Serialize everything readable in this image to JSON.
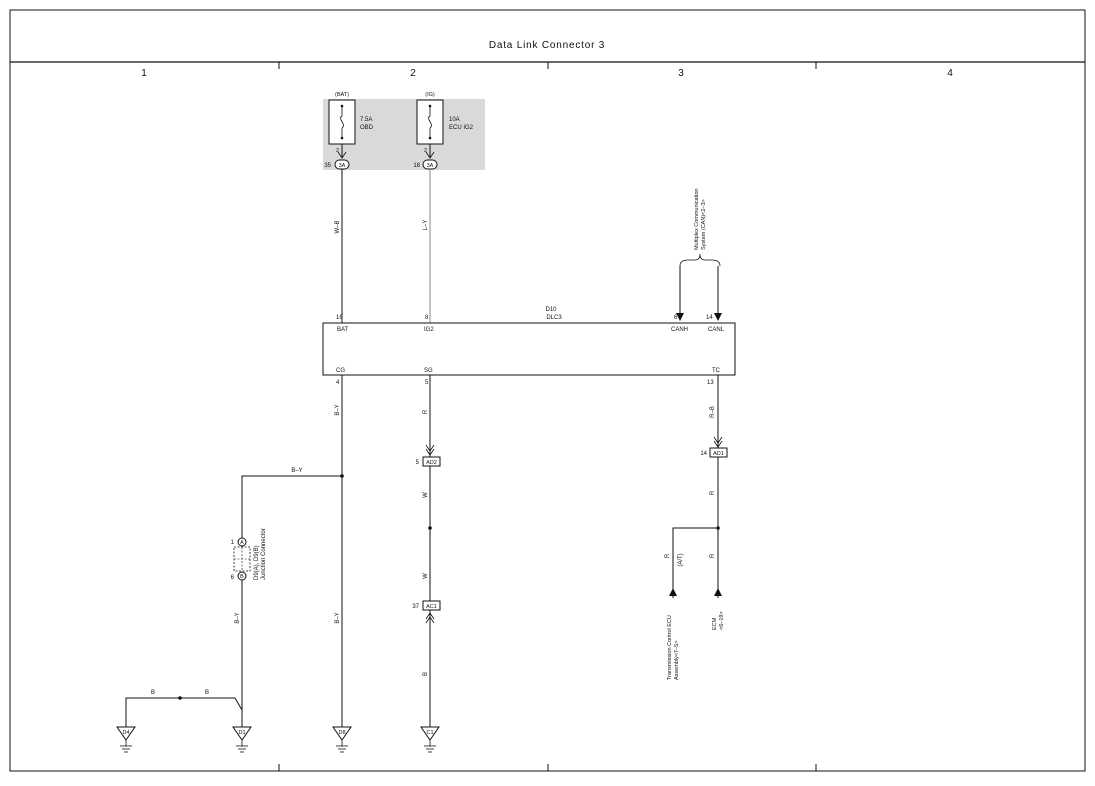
{
  "title": "Data Link Connector 3",
  "columns": [
    "1",
    "2",
    "3",
    "4"
  ],
  "fuses": [
    {
      "source": "(BAT)",
      "rating": "7.5A",
      "name": "OBD",
      "pin": "2",
      "junction_pin": "35",
      "junction": "3A"
    },
    {
      "source": "(IG)",
      "rating": "10A",
      "name": "ECU IG2",
      "pin": "2",
      "junction_pin": "18",
      "junction": "3A"
    }
  ],
  "wire_colors": {
    "bat": "W–B",
    "ig2": "L–Y",
    "cg_upper": "B–Y",
    "cg_branch": "B–Y",
    "jc_lower": "B–Y",
    "cg_lower": "B–Y",
    "sg_upper": "R",
    "sg_mid1": "W",
    "sg_mid2": "W",
    "sg_lower": "B",
    "tc_upper": "R–B",
    "tc_mid": "R",
    "at_branch": "R",
    "at_note": "(A/T)",
    "ecm_branch": "R",
    "ground_b1": "B",
    "ground_b2": "B"
  },
  "dlc": {
    "id": "D10",
    "name": "DLC3",
    "top_pins": [
      {
        "num": "16",
        "label": "BAT"
      },
      {
        "num": "8",
        "label": "IG2"
      },
      {
        "num": "6",
        "label": "CANH"
      },
      {
        "num": "14",
        "label": "CANL"
      }
    ],
    "bottom_pins": [
      {
        "num": "4",
        "label": "CG"
      },
      {
        "num": "5",
        "label": "SG"
      },
      {
        "num": "13",
        "label": "TC"
      }
    ]
  },
  "multiplex": {
    "line1": "Multiplex Communication",
    "line2": "System (CAN)<2–3>"
  },
  "connectors": [
    {
      "pin": "5",
      "code": "AD2"
    },
    {
      "pin": "37",
      "code": "AC1"
    },
    {
      "pin": "14",
      "code": "AD1"
    }
  ],
  "junction_connector": {
    "line1": "D9(A), D9(B)",
    "line2": "Junction Connector",
    "pin_a": "1",
    "letter_a": "A",
    "pin_b": "6",
    "letter_b": "B"
  },
  "destinations": [
    {
      "line1": "Transmission Control ECU",
      "line2": "Assembly<7–5>"
    },
    {
      "line1": "ECM",
      "line2": "<6–19>"
    }
  ],
  "grounds": [
    "D4",
    "D1",
    "D8",
    "C1"
  ]
}
